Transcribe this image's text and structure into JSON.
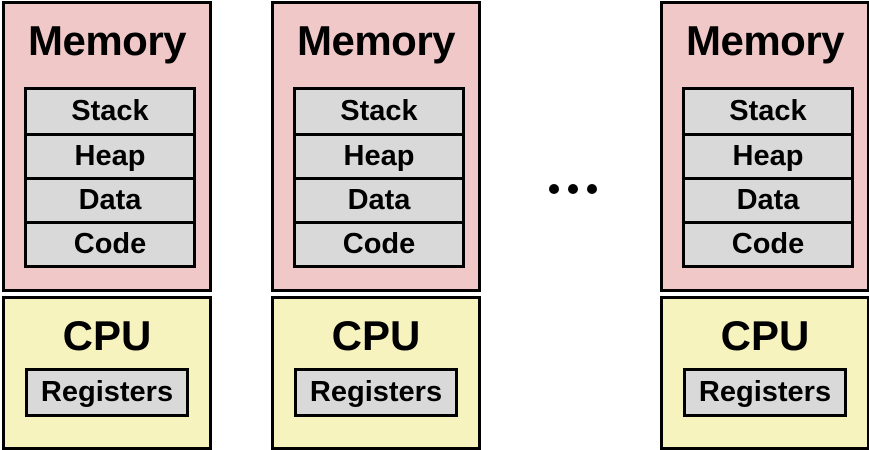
{
  "colors": {
    "memory_fill": "#f0c8c8",
    "segment_fill": "#d9d9d9",
    "cpu_fill": "#f7f3bf",
    "outline": "#000000"
  },
  "processes": [
    {
      "memory": {
        "title": "Memory",
        "segments": [
          "Stack",
          "Heap",
          "Data",
          "Code"
        ]
      },
      "cpu": {
        "title": "CPU",
        "registers": "Registers"
      }
    },
    {
      "memory": {
        "title": "Memory",
        "segments": [
          "Stack",
          "Heap",
          "Data",
          "Code"
        ]
      },
      "cpu": {
        "title": "CPU",
        "registers": "Registers"
      }
    },
    {
      "memory": {
        "title": "Memory",
        "segments": [
          "Stack",
          "Heap",
          "Data",
          "Code"
        ]
      },
      "cpu": {
        "title": "CPU",
        "registers": "Registers"
      }
    }
  ],
  "ellipsis_icon": "ellipsis-icon"
}
